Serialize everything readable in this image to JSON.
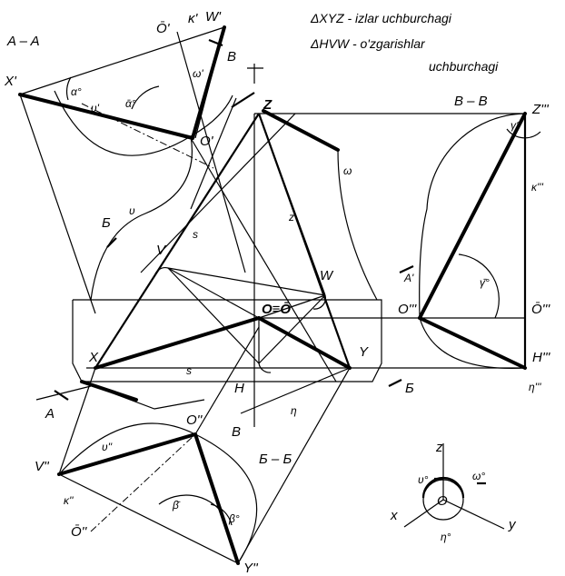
{
  "legend": {
    "line1": "ΔXYZ - izlar uchburchagi",
    "line2": "ΔHVW - o'zgarishlar",
    "line3": "uchburchagi"
  },
  "sections": {
    "aa": "A – A",
    "bb": "B – B",
    "bsection": "Б – Б"
  },
  "labels": {
    "X1": "X'",
    "W1": "W'",
    "O1bar": "Ō'",
    "kappa1": "κ'",
    "alpha": "α°",
    "upsilon1": "ʋ'",
    "alphabar": "ᾱ°",
    "omega1": "ω'",
    "O1": "O'",
    "B_top": "B",
    "Z": "Z",
    "Z3": "Z'''",
    "gamma": "γ°",
    "kappa3": "κ'''",
    "omega": "ω",
    "upsilon": "ʋ",
    "s": "s",
    "z": "z",
    "B_cut": "Б",
    "A_small": "A'",
    "V": "V",
    "W": "W",
    "OO": "O≡Ō",
    "O3": "O'''",
    "gammabar": "γ̄°",
    "O3bar": "Ō'''",
    "X": "X",
    "Y": "Y",
    "H": "H",
    "H3": "H'''",
    "eta3": "η'''",
    "B_low": "Б",
    "A_low": "A",
    "B_bottom": "B",
    "eta": "η",
    "s2": "s",
    "O2": "O''",
    "V2": "V''",
    "upsilon2": "ʋ''",
    "kappa2": "κ''",
    "O2bar": "Ō''",
    "betabar": "β̄",
    "beta": "β°",
    "Y2": "Y''"
  },
  "axes_icon": {
    "z": "z",
    "x": "x",
    "y": "y",
    "o": "O",
    "upsilon": "ʋ°",
    "omega": "ω°",
    "eta": "η°"
  }
}
